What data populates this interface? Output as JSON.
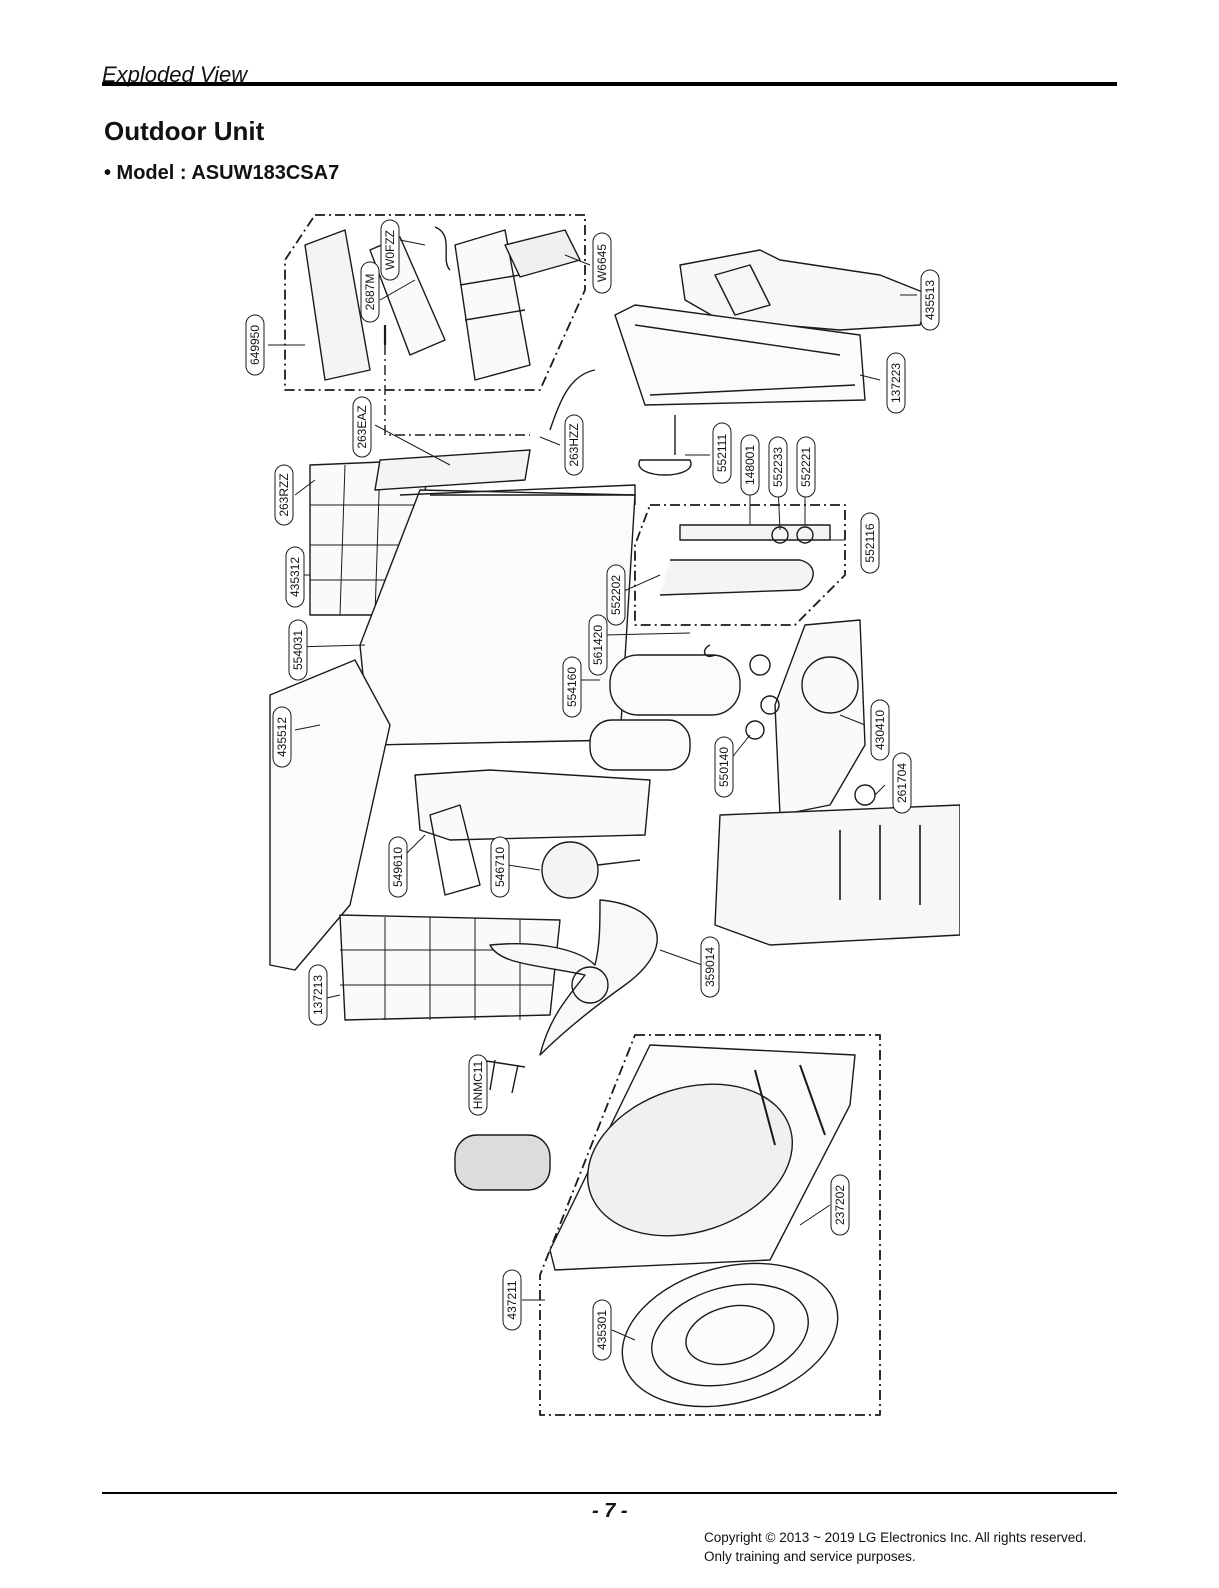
{
  "header": {
    "section_title": "Exploded View"
  },
  "page": {
    "heading": "Outdoor Unit",
    "model_line": "• Model : ASUW183CSA7"
  },
  "diagram": {
    "part_labels": {
      "p649950": "649950",
      "p2687M": "2687M",
      "pW0FZZ": "W0FZZ",
      "pW6645": "W6645",
      "p435513": "435513",
      "p137223": "137223",
      "p263EAZ": "263EAZ",
      "p263HZZ": "263HZZ",
      "p552111": "552111",
      "p148001": "148001",
      "p552233": "552233",
      "p552221": "552221",
      "p263RZZ": "263RZZ",
      "p552116": "552116",
      "p435312": "435312",
      "p552202": "552202",
      "p554031": "554031",
      "p561420": "561420",
      "p554160": "554160",
      "p430410": "430410",
      "p435512": "435512",
      "p550140": "550140",
      "p261704": "261704",
      "p549610": "549610",
      "p546710": "546710",
      "p359014": "359014",
      "p137213": "137213",
      "pHNMC11": "HNMC11",
      "p237202": "237202",
      "p437211": "437211",
      "p435301": "435301"
    },
    "line_color": "#1a1a1a",
    "panel_fill": "#f4f4f4"
  },
  "footer": {
    "page_number": "- 7 -",
    "copyright_line1": "Copyright © 2013 ~ 2019 LG Electronics Inc. All rights reserved.",
    "copyright_line2": "Only training and service purposes."
  }
}
